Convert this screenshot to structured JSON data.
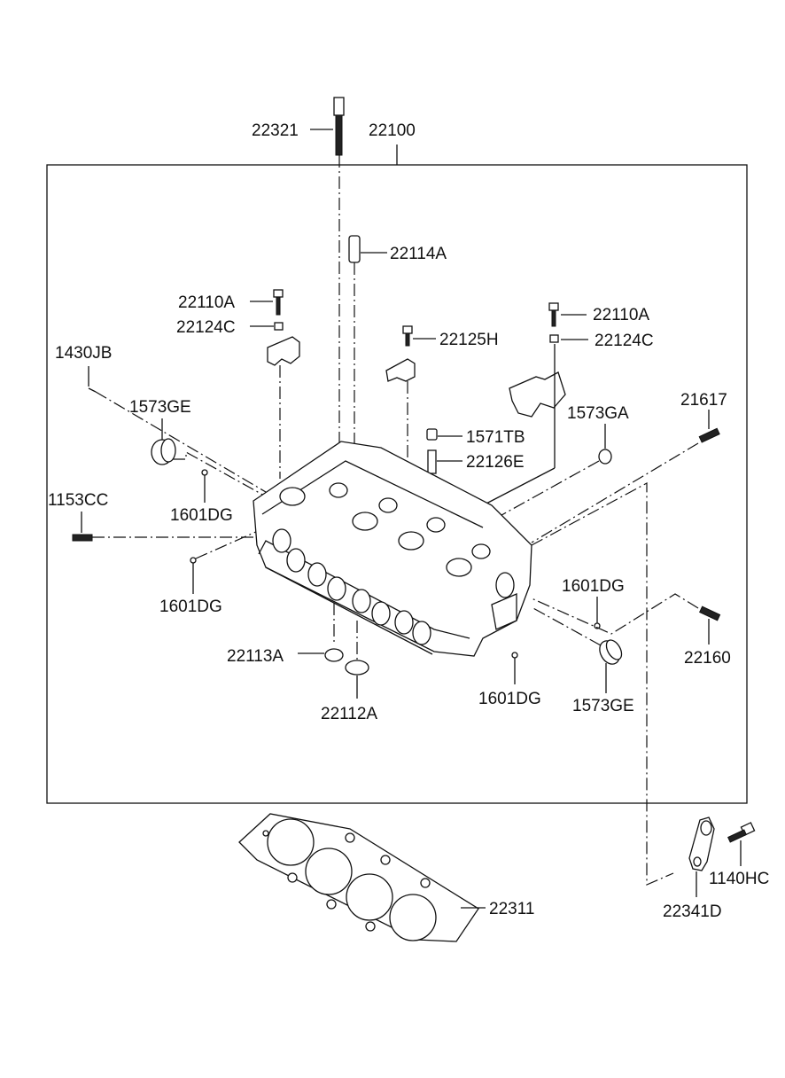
{
  "labels": {
    "p22321": "22321",
    "p22100": "22100",
    "p22114A": "22114A",
    "p22110A_left": "22110A",
    "p22124C_left": "22124C",
    "p22125H": "22125H",
    "p22110A_right": "22110A",
    "p22124C_right": "22124C",
    "p1430JB": "1430JB",
    "p1573GE_top": "1573GE",
    "p21617": "21617",
    "p1573GA": "1573GA",
    "p1571TB": "1571TB",
    "p22126E": "22126E",
    "p1153CC": "1153CC",
    "p1601DG_a": "1601DG",
    "p1601DG_b": "1601DG",
    "p1601DG_c": "1601DG",
    "p1601DG_d": "1601DG",
    "p22160": "22160",
    "p22113A": "22113A",
    "p22112A": "22112A",
    "p1573GE_bottom": "1573GE",
    "p22311": "22311",
    "p1140HC": "1140HC",
    "p22341D": "22341D"
  }
}
